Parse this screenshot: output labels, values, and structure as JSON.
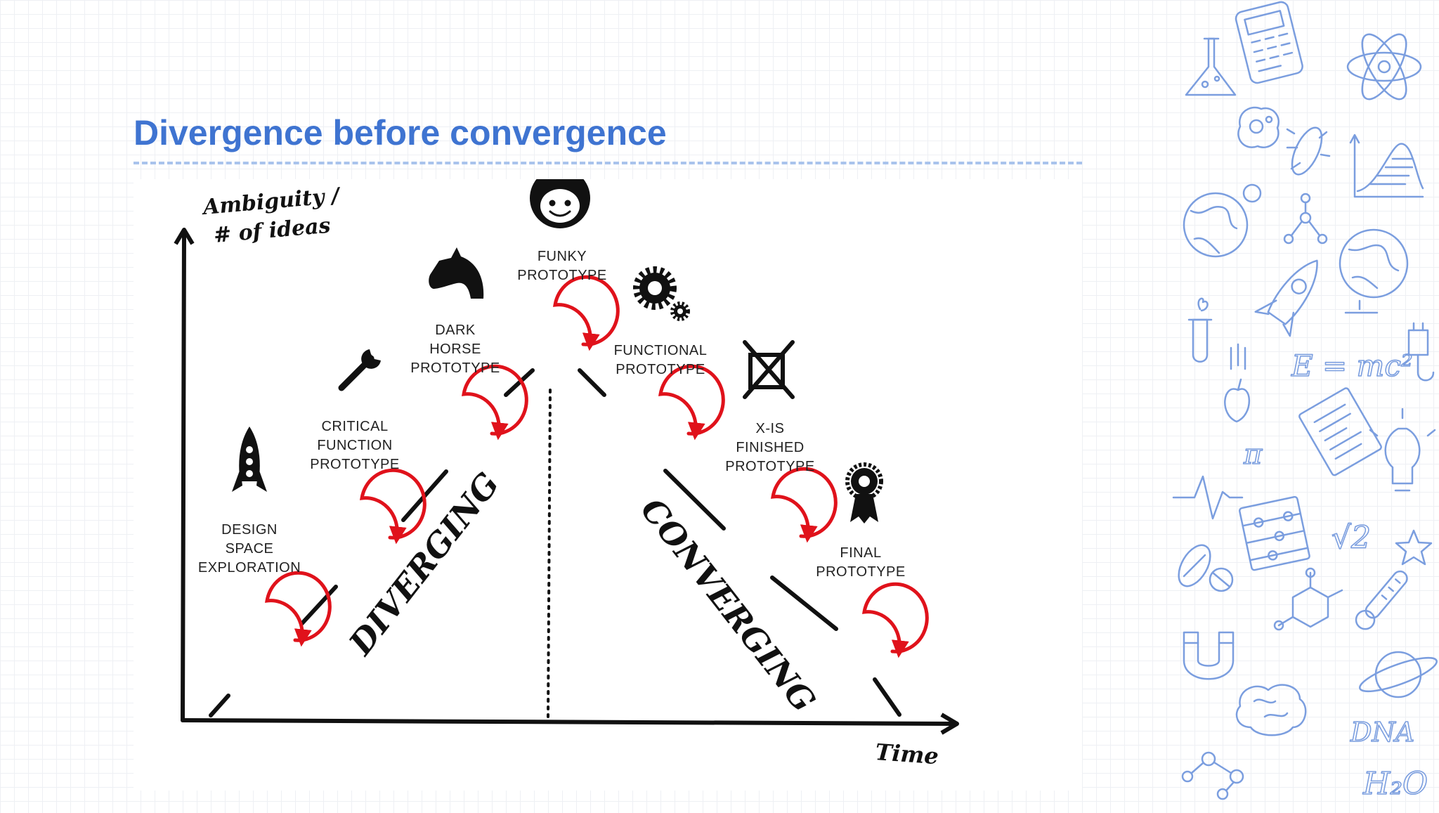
{
  "slide": {
    "title": "Divergence before convergence"
  },
  "diagram": {
    "y_axis_label": [
      "Ambiguity /",
      "# of ideas"
    ],
    "x_axis_label": "Time",
    "diverging_label": "DIVERGING",
    "converging_label": "CONVERGING",
    "stages": [
      {
        "id": "design-space-exploration",
        "label": [
          "DESIGN",
          "SPACE",
          "EXPLORATION"
        ],
        "icon": "rocket-icon"
      },
      {
        "id": "critical-function-prototype",
        "label": [
          "CRITICAL",
          "FUNCTION",
          "PROTOTYPE"
        ],
        "icon": "wrench-icon"
      },
      {
        "id": "dark-horse-prototype",
        "label": [
          "DARK",
          "HORSE",
          "PROTOTYPE"
        ],
        "icon": "horse-icon"
      },
      {
        "id": "funky-prototype",
        "label": [
          "FUNKY",
          "PROTOTYPE"
        ],
        "icon": "funky-face-icon"
      },
      {
        "id": "functional-prototype",
        "label": [
          "FUNCTIONAL",
          "PROTOTYPE"
        ],
        "icon": "gears-icon"
      },
      {
        "id": "x-is-finished-prototype",
        "label": [
          "X-IS",
          "FINISHED",
          "PROTOTYPE"
        ],
        "icon": "crossed-box-icon"
      },
      {
        "id": "final-prototype",
        "label": [
          "FINAL",
          "PROTOTYPE"
        ],
        "icon": "award-ribbon-icon"
      }
    ],
    "colors": {
      "cycle": "#e0121b",
      "ink": "#111111",
      "title": "#3f74d1",
      "decor": "#7b9edf"
    }
  },
  "decor": {
    "formula": "E = mc²",
    "sqrt": "√2",
    "water": "H₂O",
    "dna": "DNA",
    "pi": "π"
  }
}
